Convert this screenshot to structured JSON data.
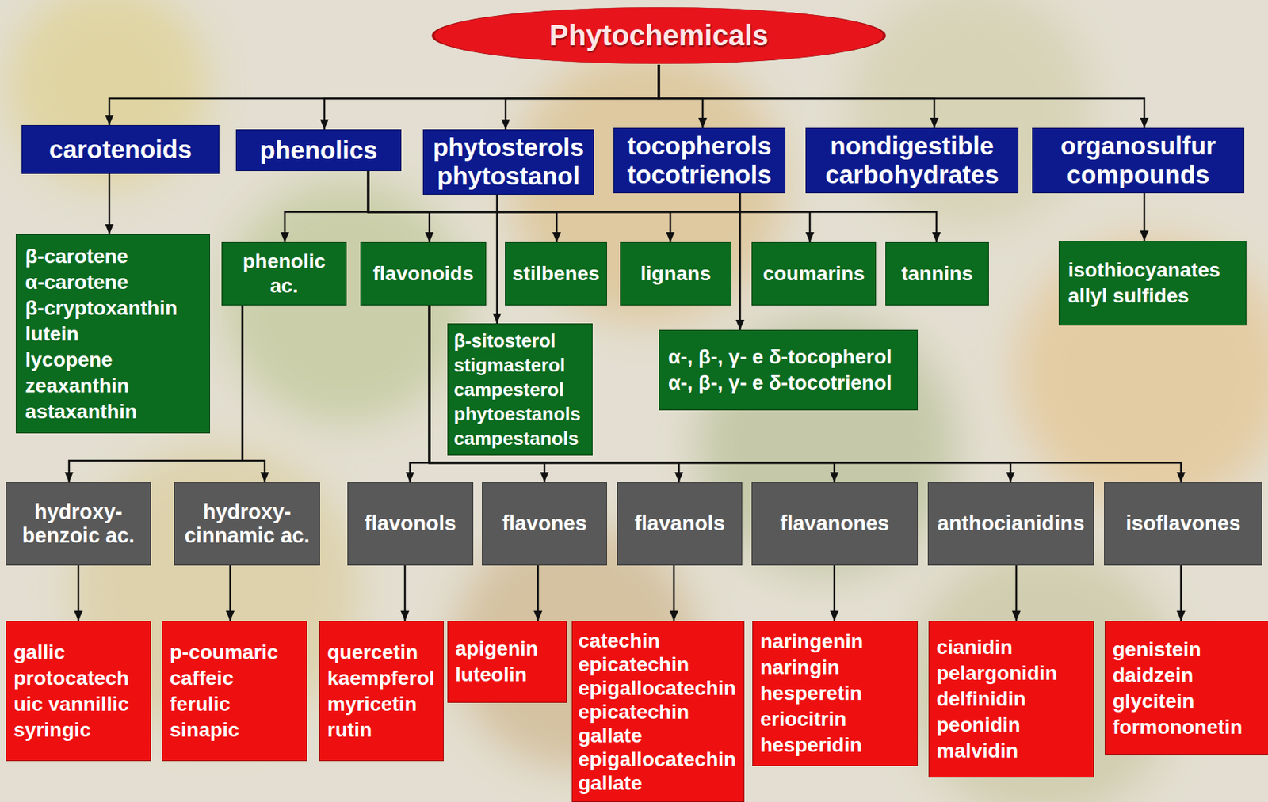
{
  "diagram": {
    "nodes": [
      {
        "text": [
          "Phytochemicals"
        ]
      },
      {
        "text": [
          "carotenoids"
        ]
      },
      {
        "text": [
          "phenolics"
        ]
      },
      {
        "text": [
          "phytosterols phytostanol"
        ]
      },
      {
        "text": [
          "tocopherols tocotrienols"
        ]
      },
      {
        "text": [
          "nondigestible carbohydrates"
        ]
      },
      {
        "text": [
          "organosulfur compounds"
        ]
      },
      {
        "text": [
          "β-carotene",
          "α-carotene",
          "β-cryptoxanthin",
          "lutein",
          "lycopene",
          "zeaxanthin",
          "astaxanthin"
        ]
      },
      {
        "text": [
          "phenolic ac."
        ]
      },
      {
        "text": [
          "flavonoids"
        ]
      },
      {
        "text": [
          "stilbenes"
        ]
      },
      {
        "text": [
          "lignans"
        ]
      },
      {
        "text": [
          "coumarins"
        ]
      },
      {
        "text": [
          "tannins"
        ]
      },
      {
        "text": [
          "isothiocyanates",
          "allyl sulfides"
        ]
      },
      {
        "text": [
          "β-sitosterol",
          "stigmasterol",
          "campesterol",
          "phytoestanols",
          "campestanols"
        ]
      },
      {
        "text": [
          "α-, β-, γ- e δ-tocopherol",
          "α-, β-, γ- e δ-tocotrienol"
        ]
      },
      {
        "text": [
          "hydroxy- benzoic ac."
        ]
      },
      {
        "text": [
          "hydroxy- cinnamic ac."
        ]
      },
      {
        "text": [
          "flavonols"
        ]
      },
      {
        "text": [
          "flavones"
        ]
      },
      {
        "text": [
          "flavanols"
        ]
      },
      {
        "text": [
          "flavanones"
        ]
      },
      {
        "text": [
          "anthocianidins"
        ]
      },
      {
        "text": [
          "isoflavones"
        ]
      },
      {
        "text": [
          "gallic",
          "protocatech uic vannillic",
          "syringic"
        ]
      },
      {
        "text": [
          "p-coumaric",
          "caffeic",
          "ferulic",
          "sinapic"
        ]
      },
      {
        "text": [
          "quercetin",
          "kaempferol",
          "myricetin",
          "rutin"
        ]
      },
      {
        "text": [
          "apigenin",
          "luteolin"
        ]
      },
      {
        "text": [
          "catechin",
          "epicatechin",
          "epigallocatechin",
          "epicatechin gallate",
          "epigallocatechin gallate"
        ]
      },
      {
        "text": [
          "naringenin",
          "naringin",
          "hesperetin",
          "eriocitrin",
          "hesperidin"
        ]
      },
      {
        "text": [
          "cianidin",
          "pelargonidin",
          "delfinidin",
          "peonidin",
          "malvidin"
        ]
      },
      {
        "text": [
          "genistein",
          "daidzein",
          "glycitein",
          "formononetin"
        ]
      }
    ],
    "edges": [
      {
        "from": 0,
        "to": 1,
        "arrow": "to"
      },
      {
        "from": 0,
        "to": 2,
        "arrow": "to"
      },
      {
        "from": 0,
        "to": 3,
        "arrow": "to"
      },
      {
        "from": 0,
        "to": 4,
        "arrow": "to"
      },
      {
        "from": 0,
        "to": 5,
        "arrow": "to"
      },
      {
        "from": 0,
        "to": 6,
        "arrow": "to"
      },
      {
        "from": 1,
        "to": 7,
        "arrow": "to"
      },
      {
        "from": 2,
        "to": 8,
        "arrow": "to"
      },
      {
        "from": 2,
        "to": 9,
        "arrow": "to"
      },
      {
        "from": 2,
        "to": 10,
        "arrow": "to"
      },
      {
        "from": 2,
        "to": 11,
        "arrow": "to"
      },
      {
        "from": 2,
        "to": 12,
        "arrow": "to"
      },
      {
        "from": 2,
        "to": 13,
        "arrow": "to"
      },
      {
        "from": 3,
        "to": 15,
        "arrow": "to"
      },
      {
        "from": 4,
        "to": 16,
        "arrow": "to"
      },
      {
        "from": 6,
        "to": 14,
        "arrow": "to"
      },
      {
        "from": 8,
        "to": 17,
        "arrow": "to"
      },
      {
        "from": 8,
        "to": 18,
        "arrow": "to"
      },
      {
        "from": 9,
        "to": 19,
        "arrow": "to"
      },
      {
        "from": 9,
        "to": 20,
        "arrow": "to"
      },
      {
        "from": 9,
        "to": 21,
        "arrow": "to"
      },
      {
        "from": 9,
        "to": 22,
        "arrow": "to"
      },
      {
        "from": 9,
        "to": 23,
        "arrow": "to"
      },
      {
        "from": 9,
        "to": 24,
        "arrow": "to"
      },
      {
        "from": 17,
        "to": 25,
        "arrow": "to"
      },
      {
        "from": 18,
        "to": 26,
        "arrow": "to"
      },
      {
        "from": 19,
        "to": 27,
        "arrow": "to"
      },
      {
        "from": 20,
        "to": 28,
        "arrow": "to"
      },
      {
        "from": 21,
        "to": 29,
        "arrow": "to"
      },
      {
        "from": 22,
        "to": 30,
        "arrow": "to"
      },
      {
        "from": 23,
        "to": 31,
        "arrow": "to"
      },
      {
        "from": 24,
        "to": 32,
        "arrow": "to"
      }
    ]
  }
}
